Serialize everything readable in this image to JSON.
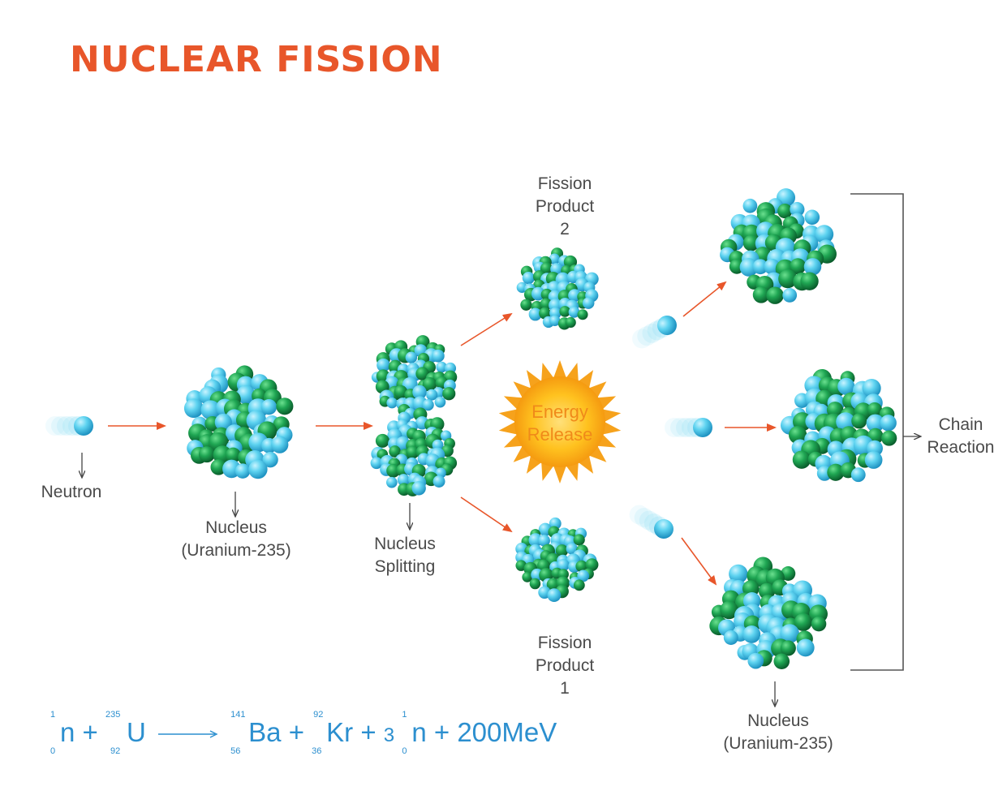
{
  "title": "NUCLEAR FISSION",
  "labels": {
    "neutron": "Neutron",
    "nucleus_line1": "Nucleus",
    "nucleus_line2": "(Uranium-235)",
    "splitting_line1": "Nucleus",
    "splitting_line2": "Splitting",
    "fp2_line1": "Fission",
    "fp2_line2": "Product",
    "fp2_line3": "2",
    "fp1_line1": "Fission",
    "fp1_line2": "Product",
    "fp1_line3": "1",
    "energy_line1": "Energy",
    "energy_line2": "Release",
    "chain_line1": "Chain",
    "chain_line2": "Reaction",
    "nucleus2_line1": "Nucleus",
    "nucleus2_line2": "(Uranium-235)"
  },
  "equation": {
    "n1": {
      "symbol": "n",
      "mass": "1",
      "atomic": "0"
    },
    "u": {
      "symbol": "U",
      "mass": "235",
      "atomic": "92"
    },
    "ba": {
      "symbol": "Ba",
      "mass": "141",
      "atomic": "56"
    },
    "kr": {
      "symbol": "Kr",
      "mass": "92",
      "atomic": "36"
    },
    "coef": "3",
    "n2": {
      "symbol": "n",
      "mass": "1",
      "atomic": "0"
    },
    "plus": "+",
    "energy": "200MeV"
  },
  "colors": {
    "title": "#e8562a",
    "arrow_orange": "#e8562a",
    "green_dark": "#0f7a3a",
    "green": "#1fa653",
    "blue_light": "#5ed3f0",
    "blue": "#2ab2e0",
    "sun_outer": "#f7b21b",
    "sun_inner": "#ffe07a",
    "equation": "#2c8fcf"
  }
}
